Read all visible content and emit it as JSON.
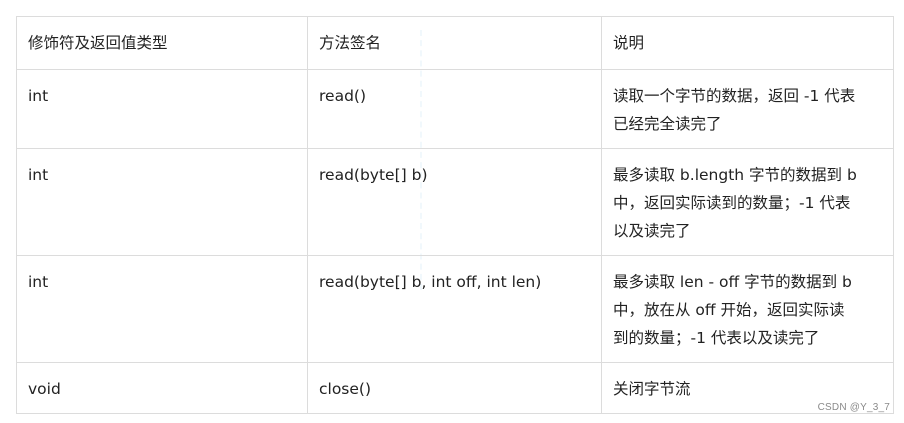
{
  "table": {
    "headers": {
      "type": "修饰符及返回值类型",
      "signature": "方法签名",
      "description": "说明"
    },
    "rows": [
      {
        "type": "int",
        "signature": "read()",
        "description": [
          "读取一个字节的数据，返回 -1 代表",
          "已经完全读完了"
        ]
      },
      {
        "type": "int",
        "signature": "read(byte[] b)",
        "description": [
          "最多读取 b.length 字节的数据到 b",
          "中，返回实际读到的数量；-1 代表",
          "以及读完了"
        ]
      },
      {
        "type": "int",
        "signature": "read(byte[] b, int off, int len)",
        "description": [
          "最多读取 len - off 字节的数据到 b",
          "中，放在从 off 开始，返回实际读",
          "到的数量；-1 代表以及读完了"
        ]
      },
      {
        "type": "void",
        "signature": "close()",
        "description": [
          "关闭字节流"
        ]
      }
    ]
  },
  "watermark": "CSDN @Y_3_7",
  "colors": {
    "border": "#dcdcdc",
    "text": "#222222",
    "watermark": "#8a8a8a"
  }
}
